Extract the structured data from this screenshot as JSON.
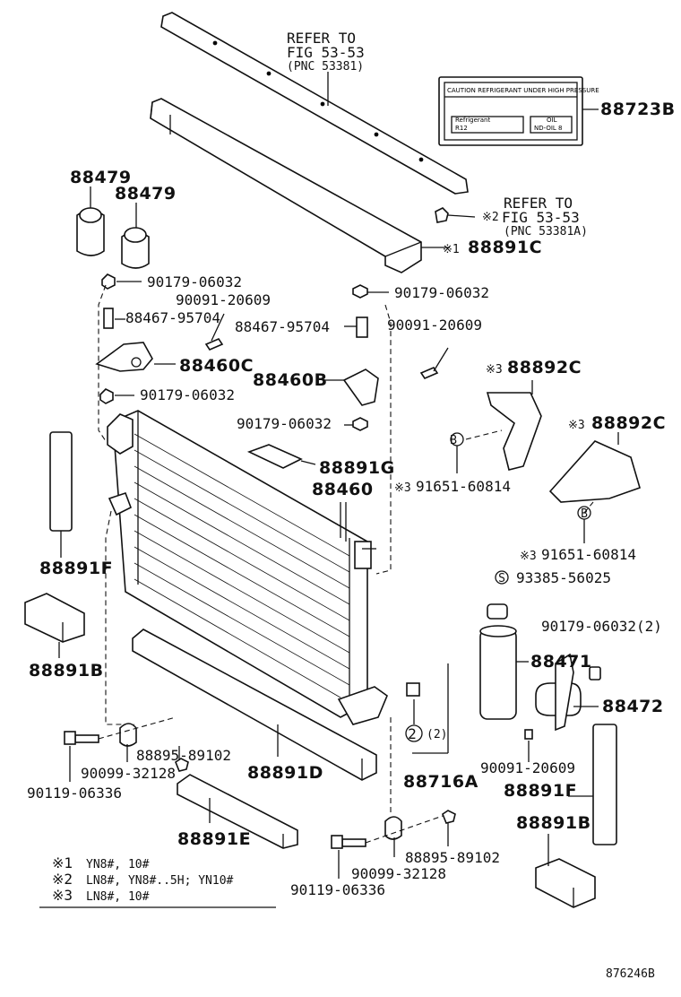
{
  "refers": {
    "r1": {
      "line1": "REFER TO",
      "line2": "FIG 53-53",
      "line3": "(PNC 53381)"
    },
    "r2": {
      "line1": "REFER TO",
      "line2": "FIG 53-53",
      "line3": "(PNC 53381A)"
    }
  },
  "caution_label": {
    "header": "CAUTION REFRIGERANT UNDER HIGH PRESSURE",
    "refrigerant_title": "Refrigerant",
    "refrigerant_value": "R12",
    "oil_title": "OIL",
    "oil_value": "ND-OIL 8"
  },
  "parts": {
    "p88723B": "88723B",
    "p88479a": "88479",
    "p88479b": "88479",
    "p88891C": "88891C",
    "p90179_1": "90179-06032",
    "p90091_1": "90091-20609",
    "p88467_1": "88467-95704",
    "p88460C": "88460C",
    "p90179_2": "90179-06032",
    "p90179_3": "90179-06032",
    "p88467_2": "88467-95704",
    "p90091_2": "90091-20609",
    "p88460B": "88460B",
    "p90179_4": "90179-06032",
    "p88892C_1": "88892C",
    "p88892C_2": "88892C",
    "p88891G": "88891G",
    "p88460": "88460",
    "p91651_1": "91651-60814",
    "p91651_2": "91651-60814",
    "p88891F_1": "88891F",
    "p93385": "93385-56025",
    "p88891B_1": "88891B",
    "p90179_5": "90179-06032(2)",
    "p88471": "88471",
    "p88472": "88472",
    "p88895_1": "88895-89102",
    "p90099_1": "90099-32128",
    "p88891D": "88891D",
    "p90119_1": "90119-06336",
    "p88716A": "88716A",
    "p90091_3": "90091-20609",
    "p88891F_2": "88891F",
    "p88891E": "88891E",
    "p88891B_2": "88891B",
    "p88895_2": "88895-89102",
    "p90099_2": "90099-32128",
    "p90119_2": "90119-06336"
  },
  "marks": {
    "m1": "※1",
    "m2": "※2",
    "m3a": "※3",
    "m3b": "※3",
    "m3c": "※3",
    "m3d": "※3",
    "b1": "B",
    "b2": "B",
    "s1": "S",
    "n2": "2",
    "n2b": "(2)"
  },
  "legend": [
    {
      "mark": "※1",
      "text": "YN8#, 10#"
    },
    {
      "mark": "※2",
      "text": "LN8#, YN8#..5H; YN10#"
    },
    {
      "mark": "※3",
      "text": "LN8#, 10#"
    }
  ],
  "figure_code": "876246B"
}
